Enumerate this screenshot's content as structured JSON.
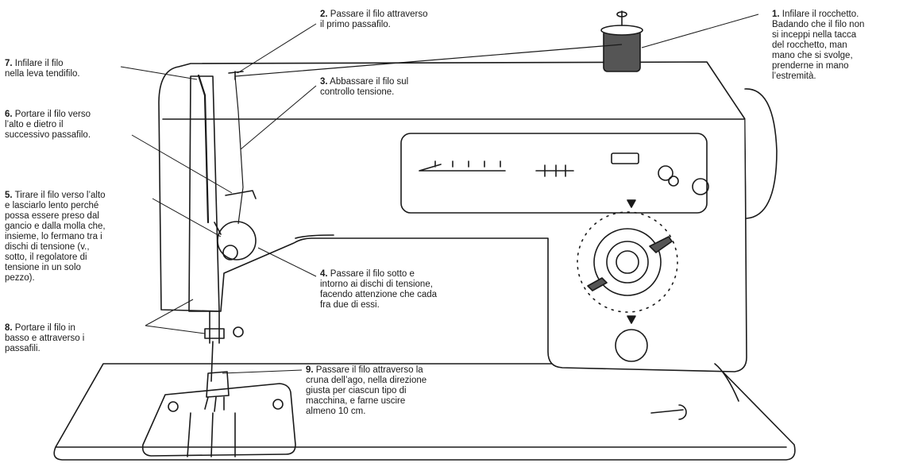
{
  "steps": [
    {
      "number": "1.",
      "text": "Infilare il rocchetto.\nBadando che il filo non\nsi inceppi nella tacca\ndel rocchetto, man\nmano che si svolge,\nprenderne in mano\nl’estremità."
    },
    {
      "number": "2.",
      "text": "Passare il filo attraverso\nil primo passafilo."
    },
    {
      "number": "3.",
      "text": "Abbassare il filo sul\ncontrollo tensione."
    },
    {
      "number": "4.",
      "text": "Passare il filo sotto e\nintorno ai dischi di tensione,\nfacendo attenzione che cada\nfra due di essi."
    },
    {
      "number": "5.",
      "text": "Tirare il filo verso l’alto\ne lasciarlo lento perché\npossa essere preso dal\ngancio e dalla molla che,\ninsieme, lo fermano tra i\ndischi di tensione (v.,\nsotto, il regolatore di\ntensione in un solo\npezzo)."
    },
    {
      "number": "6.",
      "text": "Portare il filo verso\nl’alto e dietro il\nsuccessivo passafilo."
    },
    {
      "number": "7.",
      "text": "Infilare il filo\nnella leva tendifilo."
    },
    {
      "number": "8.",
      "text": "Portare il filo in\nbasso e attraverso i\npassafili."
    },
    {
      "number": "9.",
      "text": "Passare il filo attraverso la\ncruna dell’ago, nella direzione\ngiusta per ciascun tipo di\nmacchina, e farne uscire\nalmeno 10 cm."
    }
  ],
  "colors": {
    "ink": "#1a1a1a",
    "shade": "#555555",
    "paper": "#ffffff"
  }
}
